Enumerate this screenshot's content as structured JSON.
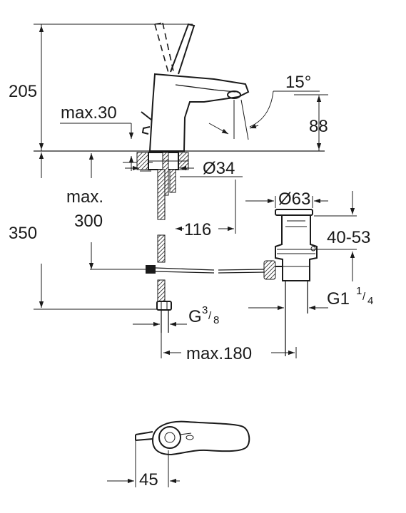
{
  "dimensions": {
    "height_total": "205",
    "lever_height": "max.30",
    "tilt_angle": "15°",
    "spout_height": "88",
    "hole_diameter": "Ø34",
    "max_label": "max.",
    "max_value": "300",
    "below_height": "350",
    "spout_reach": "116",
    "waste_diameter": "Ø63",
    "waste_range": "40-53",
    "thread_g": "G",
    "thread_g_num": "3",
    "thread_g_den": "8",
    "thread_g1": "G1",
    "thread_g1_num": "1",
    "thread_g1_den": "4",
    "max_reach": "max.180",
    "lever_offset": "45"
  }
}
